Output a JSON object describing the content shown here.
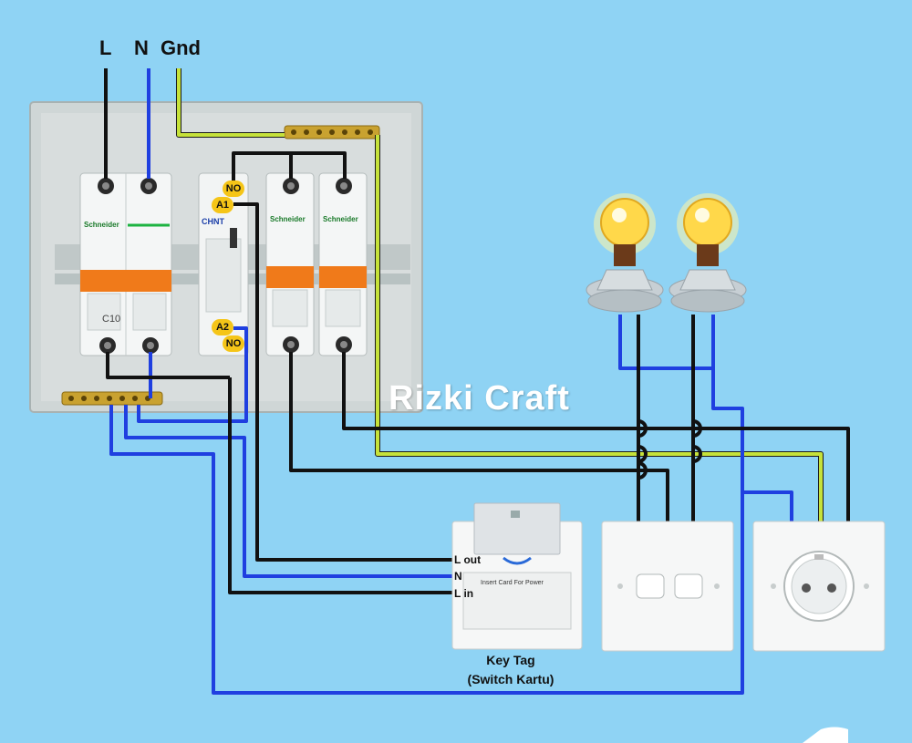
{
  "supply_labels": {
    "live": "L",
    "neutral": "N",
    "ground": "Gnd"
  },
  "breakers": [
    {
      "brand": "Schneider",
      "rating": "C10"
    },
    {
      "brand": "Schneider"
    },
    {
      "brand": "Schneider"
    }
  ],
  "contactor": {
    "brand": "CHNT",
    "terminals": {
      "no_top": "NO",
      "a1": "A1",
      "a2": "A2",
      "no_bottom": "NO"
    }
  },
  "key_tag": {
    "terminals": {
      "l_out": "L out",
      "n": "N",
      "l_in": "L in"
    },
    "card_text": "Insert Card For Power",
    "caption_line1": "Key Tag",
    "caption_line2": "(Switch Kartu)"
  },
  "watermark": "Rizki Craft",
  "colors": {
    "background": "#8fd3f4",
    "live_wire": "#111111",
    "neutral_wire": "#1f3fe0",
    "ground_wire": "#c6e23a",
    "terminal_tag": "#f5c518"
  }
}
